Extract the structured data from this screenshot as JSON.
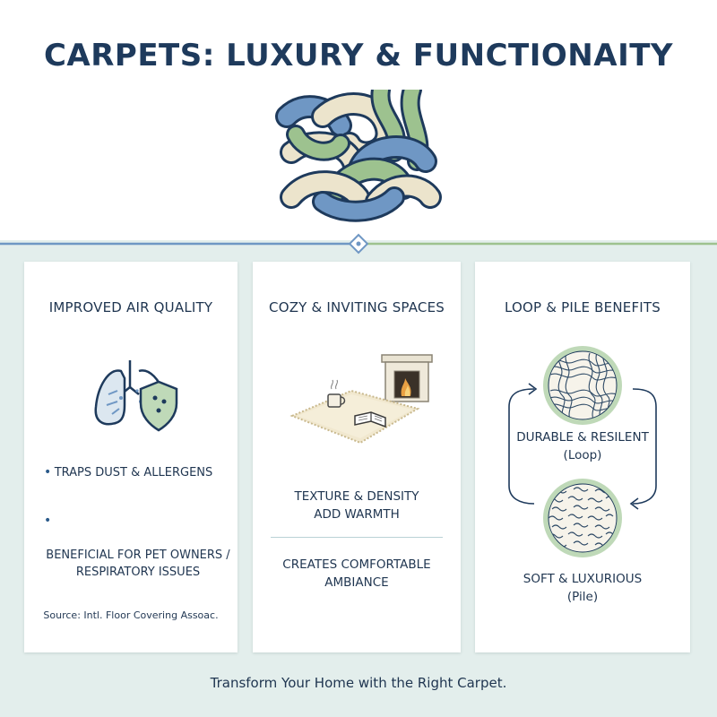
{
  "title": "CARPETS: LUXURY & FUNCTIONAITY",
  "colors": {
    "navy": "#1e3a5c",
    "blue": "#6f97c4",
    "sage": "#9dc28f",
    "cream": "#ece4cc",
    "background": "#e3eeec"
  },
  "hero_icon": "knotted-carpet-fibers-icon",
  "cards": [
    {
      "title": "IMPROVED AIR QUALITY",
      "icon": "lungs-shield-icon",
      "bullets": [
        "TRAPS DUST & ALLERGENS",
        "BENEFICIAL FOR PET OWNERS /\nRESPIRATORY ISSUES"
      ],
      "source": "Source: Intl. Floor Covering Assoac."
    },
    {
      "title": "COZY & INVITING SPACES",
      "icon": "rug-fireplace-book-icon",
      "text1": "TEXTURE & DENSITY\nADD WARMTH",
      "text2": "CREATES COMFORTABLE\nAMBIANCE"
    },
    {
      "title": "LOOP & PILE BENEFITS",
      "loop_icon": "loop-weave-icon",
      "pile_icon": "pile-wave-icon",
      "loop_label": "DURABLE & RESILENT",
      "loop_sub": "(Loop)",
      "pile_label": "SOFT & LUXURIOUS",
      "pile_sub": "(Pile)"
    }
  ],
  "footer": "Transform Your Home with the Right Carpet."
}
